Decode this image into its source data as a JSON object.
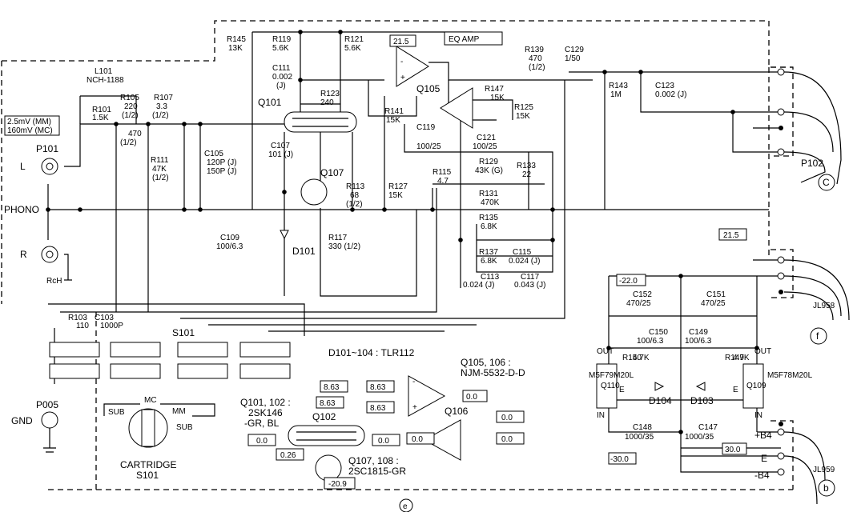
{
  "title": "EQ AMP",
  "notes": {
    "input_level": [
      "2.5mV (MM)",
      "160mV (MC)"
    ],
    "diodes": "D101~104 : TLR112",
    "opamps": [
      "Q105, 106 :",
      "NJM-5532-D-D"
    ],
    "fets": [
      "Q101, 102 :",
      "2SK146",
      "-GR, BL"
    ],
    "trans": [
      "Q107, 108 :",
      "2SC1815-GR"
    ],
    "rch": "RcH"
  },
  "connectors": {
    "p101": "P101",
    "p102": "P102",
    "p005": "P005",
    "jl958": "JL958",
    "jl959": "JL959",
    "phono": "PHONO",
    "l": "L",
    "r": "R",
    "gnd": "GND",
    "circle_c": "C",
    "circle_f": "f",
    "circle_b": "b",
    "circle_e": "e"
  },
  "rails": [
    "+B4",
    "E",
    "-B4"
  ],
  "voltages": {
    "v1": "21.5",
    "v2": "21.5",
    "v3": "-22.0",
    "v4": "30.0",
    "v5": "-30.0",
    "v6": "8.63",
    "v7": "8.63",
    "v8": "8.63",
    "v9": "8.63",
    "v10": "0.0",
    "v11": "0.0",
    "v12": "0.0",
    "v13": "0.0",
    "v14": "0.0",
    "v15": "0.0",
    "v16": "0.26",
    "v17": "-20.9"
  },
  "switch": {
    "label": "S101",
    "mc": "MC",
    "mm": "MM",
    "sub1": "SUB",
    "sub2": "SUB",
    "cartridge": "CARTRIDGE",
    "s101": "S101"
  },
  "components": {
    "l101": [
      "L101",
      "NCH-1188"
    ],
    "r101": [
      "R101",
      "1.5K"
    ],
    "r105": [
      "R105",
      "220",
      "(1/2)",
      "470",
      "(1/2)"
    ],
    "r107": [
      "R107",
      "3.3",
      "(1/2)"
    ],
    "r111": [
      "R111",
      "47K",
      "(1/2)"
    ],
    "c105": [
      "C105",
      "120P (J)",
      "150P (J)"
    ],
    "r145": [
      "R145",
      "13K"
    ],
    "r119": [
      "R119",
      "5.6K"
    ],
    "r121": [
      "R121",
      "5.6K"
    ],
    "c111": [
      "C111",
      "0.002",
      "(J)"
    ],
    "r123": [
      "R123",
      "240"
    ],
    "q101": "Q101",
    "c107": [
      "C107",
      "101 (J)"
    ],
    "q107": "Q107",
    "r113": [
      "R113",
      "68",
      "(1/2)"
    ],
    "r127": [
      "R127",
      "15K"
    ],
    "c109": [
      "C109",
      "100/6.3"
    ],
    "d101": "D101",
    "r117": [
      "R117",
      "330 (1/2)"
    ],
    "r141": [
      "R141",
      "15K"
    ],
    "q105": "Q105",
    "r147": [
      "R147",
      "15K"
    ],
    "r125": [
      "R125",
      "15K"
    ],
    "c119": [
      "C119",
      "100/25"
    ],
    "c121": [
      "C121",
      "100/25"
    ],
    "r129": [
      "R129",
      "43K (G)"
    ],
    "r133": [
      "R133",
      "22"
    ],
    "r115": [
      "R115",
      "4.7"
    ],
    "r131": [
      "R131",
      "470K"
    ],
    "r135": [
      "R135",
      "6.8K"
    ],
    "r137": [
      "R137",
      "6.8K"
    ],
    "c115": [
      "C115",
      "0.024 (J)"
    ],
    "c113": [
      "C113",
      "0.024 (J)"
    ],
    "c117": [
      "C117",
      "0.043 (J)"
    ],
    "r139": [
      "R139",
      "470",
      "(1/2)"
    ],
    "c129": [
      "C129",
      "1/50"
    ],
    "r143": [
      "R143",
      "1M"
    ],
    "c123": [
      "C123",
      "0.002 (J)"
    ],
    "r103": [
      "R103",
      "110"
    ],
    "c103": [
      "C103",
      "1000P"
    ],
    "c152": [
      "C152",
      "470/25"
    ],
    "c151": [
      "C151",
      "470/25"
    ],
    "c150": [
      "C150",
      "100/6.3"
    ],
    "c149": [
      "C149",
      "100/6.3"
    ],
    "r150": [
      "R150",
      "4.7K"
    ],
    "r149": [
      "R149",
      "4.7K"
    ],
    "q110": [
      "Q110",
      "M5F79M20L"
    ],
    "q109": [
      "Q109",
      "M5F78M20L"
    ],
    "d104": "D104",
    "d103": "D103",
    "c148": [
      "C148",
      "1000/35"
    ],
    "c147": [
      "C147",
      "1000/35"
    ],
    "q102": "Q102",
    "q106": "Q106",
    "pins": {
      "out1": "OUT",
      "out2": "OUT",
      "in1": "IN",
      "in2": "IN",
      "e1": "E",
      "e2": "E"
    }
  }
}
